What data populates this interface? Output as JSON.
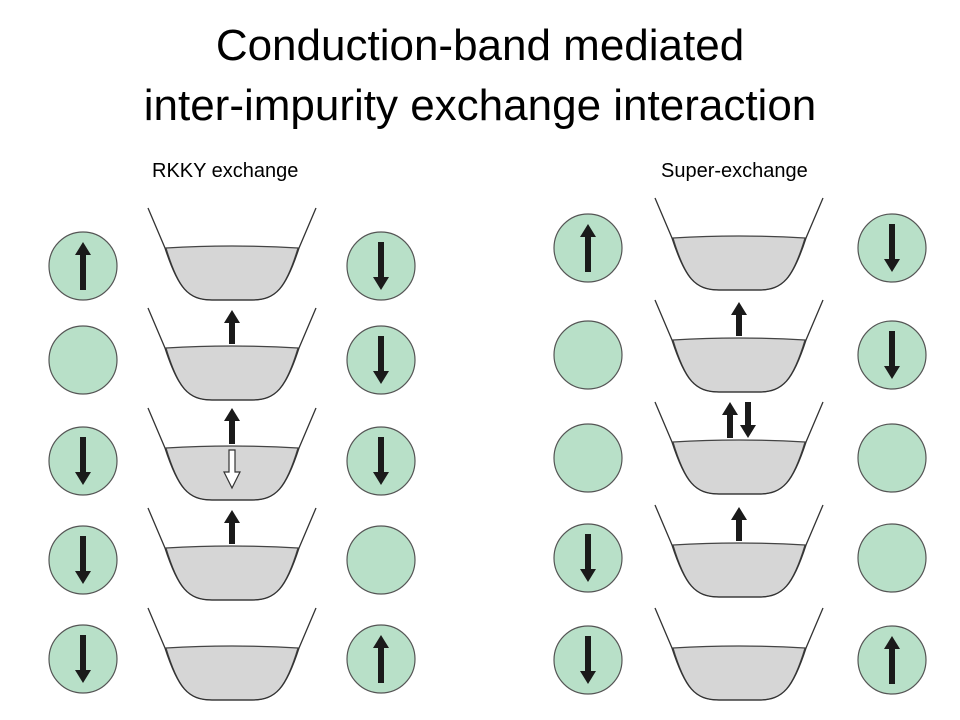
{
  "title": {
    "line1": "Conduction-band mediated",
    "line2": "inter-impurity exchange interaction"
  },
  "panels": [
    {
      "label": "RKKY exchange",
      "rows": [
        {
          "left_spin": "up",
          "right_spin": "down",
          "band": []
        },
        {
          "left_spin": "none",
          "right_spin": "down",
          "band": [
            "up"
          ]
        },
        {
          "left_spin": "down",
          "right_spin": "down",
          "band": [
            "up",
            "down-hollow"
          ]
        },
        {
          "left_spin": "down",
          "right_spin": "none",
          "band": [
            "up"
          ]
        },
        {
          "left_spin": "down",
          "right_spin": "up",
          "band": []
        }
      ]
    },
    {
      "label": "Super-exchange",
      "rows": [
        {
          "left_spin": "up",
          "right_spin": "down",
          "band": []
        },
        {
          "left_spin": "none",
          "right_spin": "down",
          "band": [
            "up"
          ]
        },
        {
          "left_spin": "none",
          "right_spin": "none",
          "band": [
            "up",
            "down"
          ]
        },
        {
          "left_spin": "down",
          "right_spin": "none",
          "band": [
            "up"
          ]
        },
        {
          "left_spin": "down",
          "right_spin": "up",
          "band": []
        }
      ]
    }
  ],
  "colors": {
    "impurity_fill": "#b8e0c8",
    "band_fill": "#d6d6d6",
    "arrow": "#1a1a1a",
    "hollow_arrow_fill": "#ffffff"
  }
}
